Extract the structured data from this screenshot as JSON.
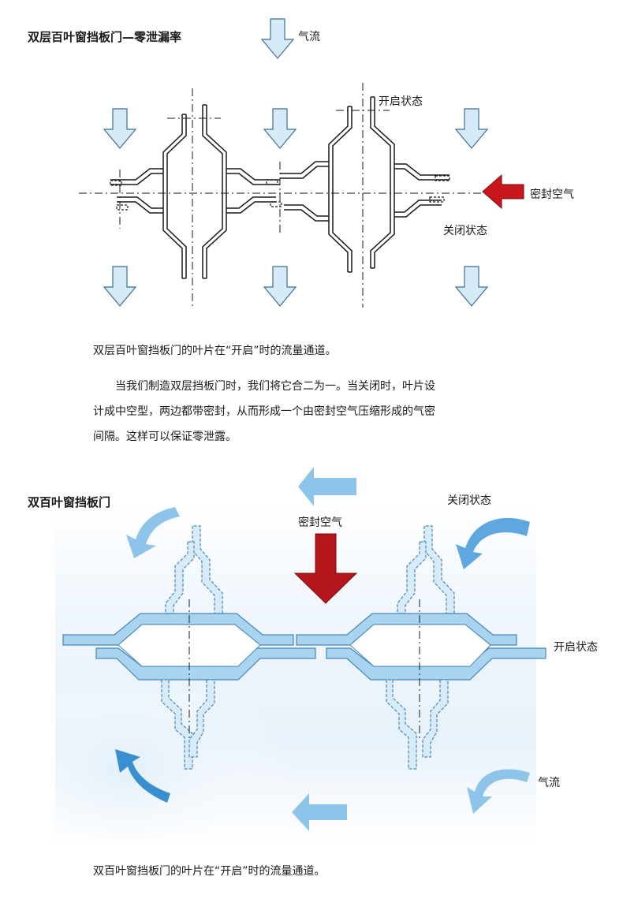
{
  "top": {
    "title": "双层百叶窗挡板门—零泄漏率",
    "labels": {
      "airflow": "气流",
      "open_state": "开启状态",
      "seal_air": "密封空气",
      "closed_state": "关闭状态"
    },
    "caption": "双层百叶窗挡板门的叶片在“开启”时的流量通道。",
    "paragraph": [
      "　　当我们制造双层挡板门时，我们将它合二为一。当关闭时，叶片设",
      "计成中空型，两边都带密封，从而形成一个由密封空气压缩形成的气密",
      "间隔。这样可以保证零泄露。"
    ]
  },
  "bottom": {
    "title": "双百叶窗挡板门",
    "labels": {
      "closed_state": "关闭状态",
      "seal_air": "密封空气",
      "open_state": "开启状态",
      "airflow": "气流"
    },
    "caption": "双百叶窗挡板门的叶片在“开启”时的流量通道。"
  },
  "colors": {
    "arrow_light_fill": "#d6eaf7",
    "arrow_light_stroke": "#3d6f96",
    "seal_arrow_red": "#c8161d",
    "blade_blue": "#a9d4f0",
    "blade_stroke": "#4a86b8",
    "bg_blue": "#eef5fb",
    "curved_arrow_light": "#8fc4ea",
    "curved_arrow_dark": "#3a8fd0"
  }
}
